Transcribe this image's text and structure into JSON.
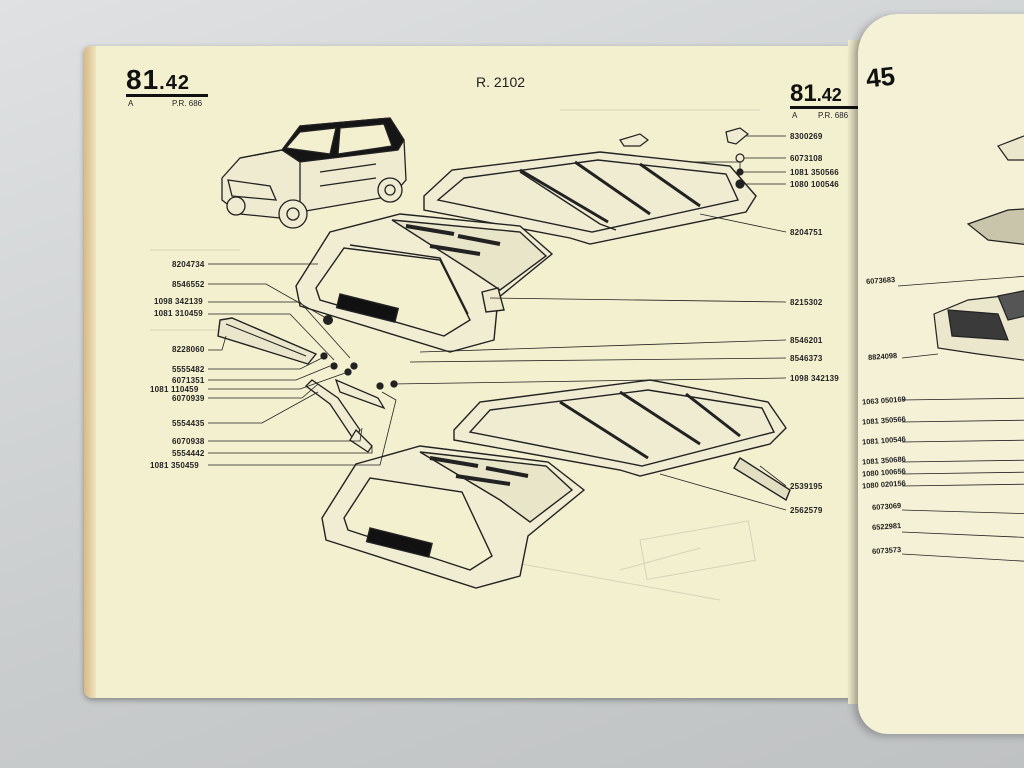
{
  "left_page": {
    "page_number_main": "81",
    "page_number_decimal": ".42",
    "edition": "A",
    "pr_code": "P.R. 686",
    "reference": "R. 2102"
  },
  "right_page_header": {
    "page_number_main": "81",
    "page_number_decimal": ".42",
    "edition": "A",
    "pr_code": "P.R. 686",
    "page_45": "45"
  },
  "parts_left": [
    {
      "id": "8204734"
    },
    {
      "id": "8546552"
    },
    {
      "id": "1098 342139"
    },
    {
      "id": "1081 310459"
    },
    {
      "id": "8228060"
    },
    {
      "id": "5555482"
    },
    {
      "id": "6071351"
    },
    {
      "id": "1081 110459"
    },
    {
      "id": "6070939"
    },
    {
      "id": "5554435"
    },
    {
      "id": "6070938"
    },
    {
      "id": "5554442"
    },
    {
      "id": "1081 350459"
    }
  ],
  "parts_right": [
    {
      "id": "8300269"
    },
    {
      "id": "6073108"
    },
    {
      "id": "1081 350566"
    },
    {
      "id": "1080 100546"
    },
    {
      "id": "8204751"
    },
    {
      "id": "8215302"
    },
    {
      "id": "8546201"
    },
    {
      "id": "8546373"
    },
    {
      "id": "1098 342139"
    },
    {
      "id": "2539195"
    },
    {
      "id": "2562579"
    }
  ],
  "parts_next_page": [
    {
      "id": "6073683"
    },
    {
      "id": "8824098"
    },
    {
      "id": "1063 050169"
    },
    {
      "id": "1081 350566"
    },
    {
      "id": "1081 100546"
    },
    {
      "id": "1081 350686"
    },
    {
      "id": "1080 100656"
    },
    {
      "id": "1080 020156"
    },
    {
      "id": "6073069"
    },
    {
      "id": "6522981"
    },
    {
      "id": "6073573"
    }
  ]
}
